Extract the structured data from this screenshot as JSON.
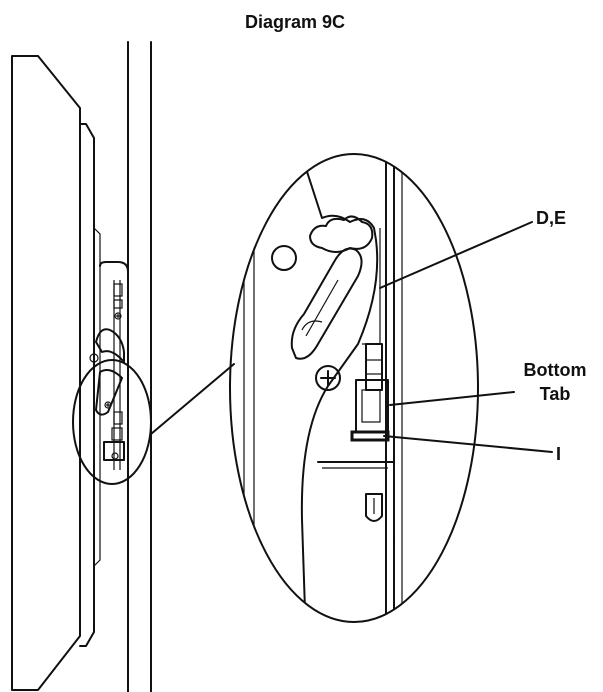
{
  "title": "Diagram 9C",
  "callouts": {
    "de": "D,E",
    "bottom_tab_line1": "Bottom",
    "bottom_tab_line2": "Tab",
    "i": "I"
  },
  "colors": {
    "ink": "#111111",
    "background": "#ffffff"
  },
  "icons": {
    "screw": "plus-screw-icon"
  }
}
